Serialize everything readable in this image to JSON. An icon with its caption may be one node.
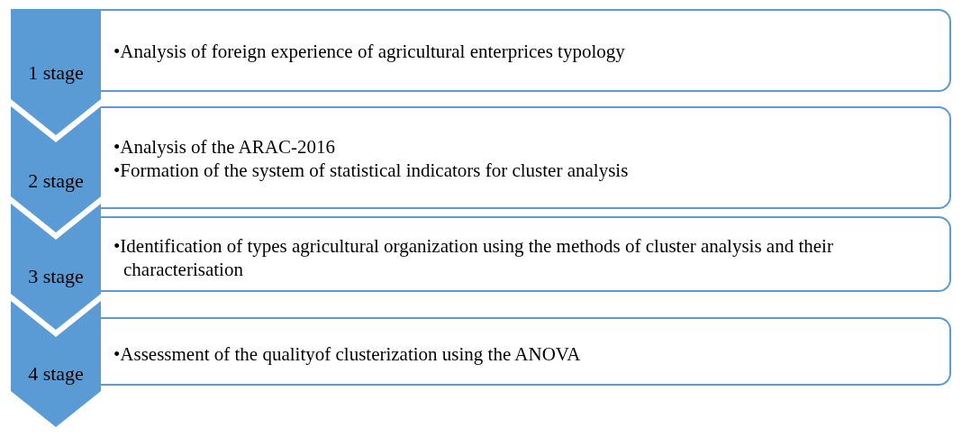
{
  "diagram": {
    "nodes": [
      {
        "text": [
          "1 stage"
        ]
      },
      {
        "text": [
          "•Analysis of foreign experience of agricultural enterprices typology"
        ]
      },
      {
        "text": [
          "2 stage"
        ]
      },
      {
        "text": [
          "•Analysis of the ARAC-2016",
          "•Formation of the system of statistical indicators for cluster analysis"
        ]
      },
      {
        "text": [
          "3 stage"
        ]
      },
      {
        "text": [
          "•Identification of types agricultural organization using the methods of cluster analysis and their characterisation"
        ]
      },
      {
        "text": [
          "4 stage"
        ]
      },
      {
        "text": [
          "•Assessment of the qualityof clusterization using the ANOVA"
        ]
      }
    ]
  }
}
